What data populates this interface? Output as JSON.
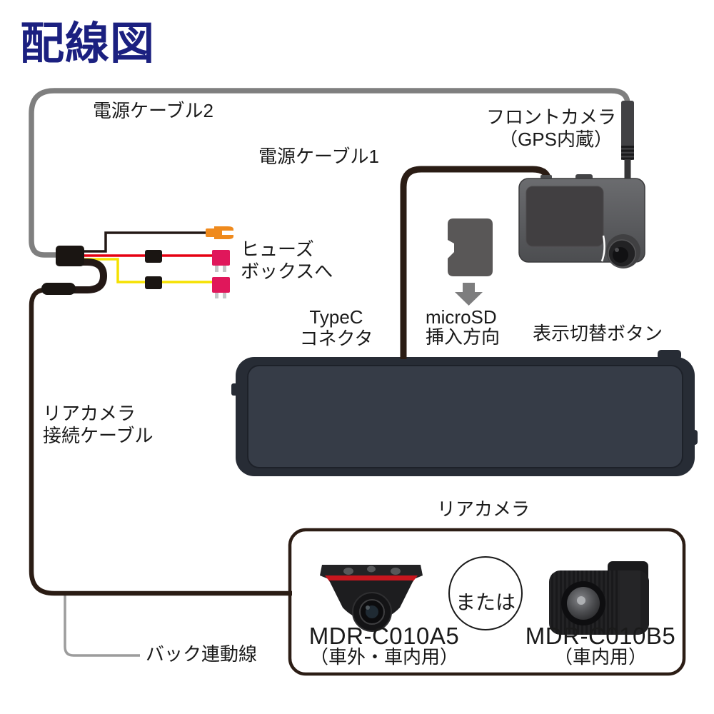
{
  "title": "配線図",
  "labels": {
    "power_cable_2": "電源ケーブル2",
    "power_cable_1": "電源ケーブル1",
    "front_camera_line1": "フロントカメラ",
    "front_camera_line2": "（GPS内蔵）",
    "fuse_line1": "ヒューズ",
    "fuse_line2": "ボックスへ",
    "typec_line1": "TypeC",
    "typec_line2": "コネクタ",
    "microsd_line1": "microSD",
    "microsd_line2": "挿入方向",
    "display_switch_button": "表示切替ボタン",
    "rear_cable_line1": "リアカメラ",
    "rear_cable_line2": "接続ケーブル",
    "back_interlock_wire": "バック連動線",
    "rear_camera": "リアカメラ",
    "or": "または",
    "model_a": "MDR-C010A5",
    "model_a_use": "（車外・車内用）",
    "model_b": "MDR-C010B5",
    "model_b_use": "（車内用）"
  },
  "colors": {
    "title_navy": "#1b2080",
    "power_cable_2_gray": "#7f7f7f",
    "power_cable_black": "#2a1c14",
    "accessory_wire_black": "#231815",
    "wire_red": "#e60012",
    "wire_yellow": "#f5e100",
    "spade_terminal_orange": "#ef8a1d",
    "fuse_body_crimson": "#e0175b",
    "fuse_leg_gray": "#c4c5c7",
    "back_wire_gray": "#9c9c9c",
    "rear_box_border": "#2c1d15",
    "mirror_frame": "#272c35",
    "mirror_screen": "#363c47",
    "sd_card_gray": "#595757"
  }
}
